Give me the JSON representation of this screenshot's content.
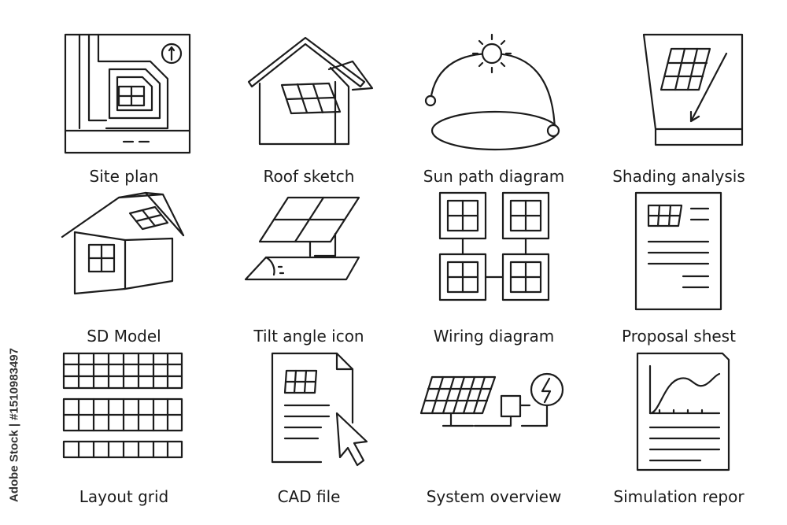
{
  "watermark": {
    "side_text": "Adobe Stock | #1510983497"
  },
  "icons": [
    {
      "icon": "site-plan-icon",
      "label": "Site plan"
    },
    {
      "icon": "roof-sketch-icon",
      "label": "Roof sketch"
    },
    {
      "icon": "sun-path-diagram-icon",
      "label": "Sun path diagram"
    },
    {
      "icon": "shading-analysis-icon",
      "label": "Shading analysis"
    },
    {
      "icon": "sd-model-icon",
      "label": "SD Model"
    },
    {
      "icon": "tilt-angle-icon",
      "label": "Tilt angle icon"
    },
    {
      "icon": "wiring-diagram-icon",
      "label": "Wiring diagram"
    },
    {
      "icon": "proposal-sheet-icon",
      "label": "Proposal shest"
    },
    {
      "icon": "layout-grid-icon",
      "label": "Layout grid"
    },
    {
      "icon": "cad-file-icon",
      "label": "CAD file"
    },
    {
      "icon": "system-overview-icon",
      "label": "System overview"
    },
    {
      "icon": "simulation-report-icon",
      "label": "Simulation repor"
    }
  ]
}
